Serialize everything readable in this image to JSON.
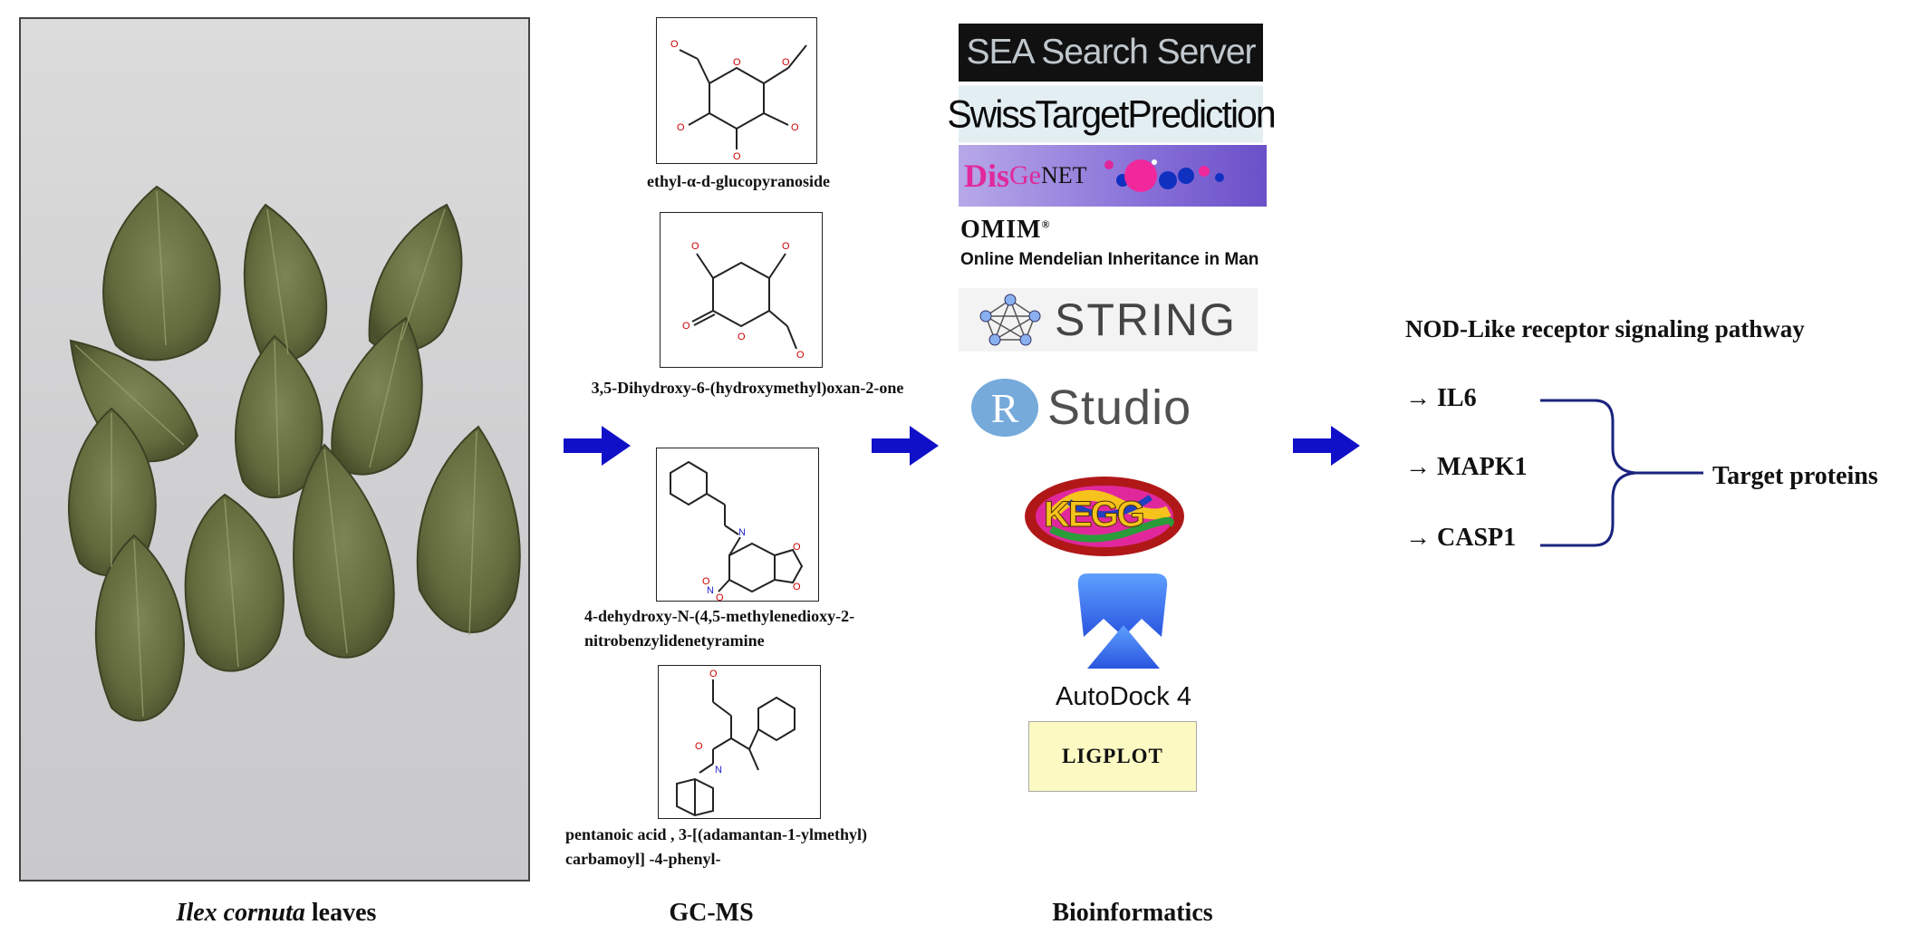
{
  "figure": {
    "section_labels": {
      "plant_prefix": "Ilex cornuta",
      "plant_suffix": " leaves",
      "gcms": "GC-MS",
      "bioinformatics": "Bioinformatics"
    },
    "compounds": [
      {
        "name": "ethyl-α-d-glucopyranoside"
      },
      {
        "name": "3,5-Dihydroxy-6-(hydroxymethyl)oxan-2-one"
      },
      {
        "name_line1": "4-dehydroxy-N-(4,5-methylenedioxy-2-",
        "name_line2": "nitrobenzylidenetyramine"
      },
      {
        "name_line1": "pentanoic acid  , 3-[(adamantan-1-ylmethyl)",
        "name_line2": "carbamoyl] -4-phenyl-"
      }
    ],
    "tools": {
      "sea": "SEA Search Server",
      "swiss": "SwissTargetPrediction",
      "disgenet_a": "Dis",
      "disgenet_b": "Ge",
      "disgenet_c": "NET",
      "omim": "OMIM",
      "omim_reg": "®",
      "omim_sub": "Online Mendelian Inheritance in Man",
      "string": "STRING",
      "rstudio_r": "R",
      "rstudio": "Studio",
      "kegg": "KEGG",
      "autodock": "AutoDock 4",
      "ligplot": "LIGPLOT"
    },
    "pathway": {
      "title": "NOD-Like receptor signaling pathway",
      "genes": [
        "→ IL6",
        "→ MAPK1",
        "→ CASP1"
      ],
      "target_label": "Target proteins"
    },
    "colors": {
      "arrow": "#1010c8",
      "brace": "#1a237e",
      "sea_bg": "#111111",
      "swiss_bg": "#e3eef3",
      "disgenet_bg": "#8870d8",
      "ligplot_bg": "#fcf9c3",
      "rstudio_blue": "#75aadb",
      "leaf": "#6b7446"
    }
  }
}
